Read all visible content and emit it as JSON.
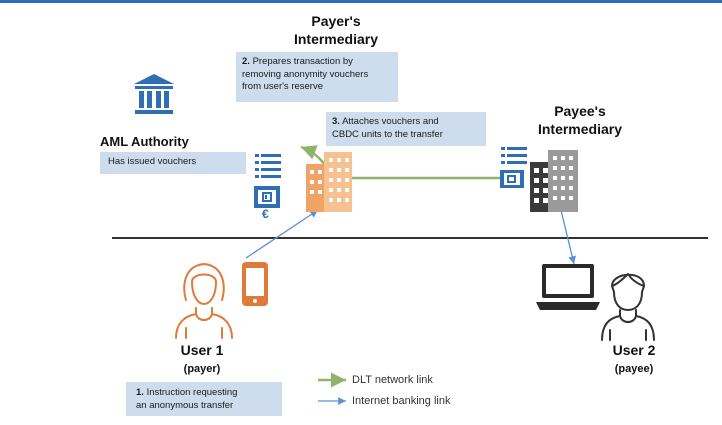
{
  "colors": {
    "accent_blue": "#2f6db5",
    "callout_bg": "#cdddee",
    "dlt_green": "#8fb56a",
    "banking_blue": "#5b8fd6",
    "user_orange": "#e07a3a",
    "building_orange": "#f0a366",
    "building_gray": "#8a8a8a"
  },
  "payer_intermediary": {
    "title_line1": "Payer's",
    "title_line2": "Intermediary",
    "icon": "building-icon"
  },
  "payee_intermediary": {
    "title_line1": "Payee's",
    "title_line2": "Intermediary",
    "icon": "building-icon"
  },
  "aml_authority": {
    "title": "AML Authority",
    "note": "Has issued vouchers",
    "icon": "bank-icon"
  },
  "steps": {
    "step1": {
      "number": "1.",
      "line1": "Instruction requesting",
      "line2": "an anonymous transfer"
    },
    "step2": {
      "number": "2.",
      "line1": "Prepares transaction by",
      "line2": "removing anonymity vouchers",
      "line3": "from user's  reserve"
    },
    "step3": {
      "number": "3.",
      "line1": "Attaches vouchers and",
      "line2": "CBDC units to the transfer"
    }
  },
  "user1": {
    "name": "User 1",
    "role": "(payer)",
    "icon": "person-icon",
    "device_icon": "smartphone-icon"
  },
  "user2": {
    "name": "User 2",
    "role": "(payee)",
    "icon": "person-icon",
    "device_icon": "laptop-icon"
  },
  "wallet": {
    "currency_symbol": "€",
    "icons": [
      "list-icon",
      "wallet-icon"
    ]
  },
  "legend": {
    "dlt": "DLT network link",
    "internet": "Internet banking link"
  }
}
